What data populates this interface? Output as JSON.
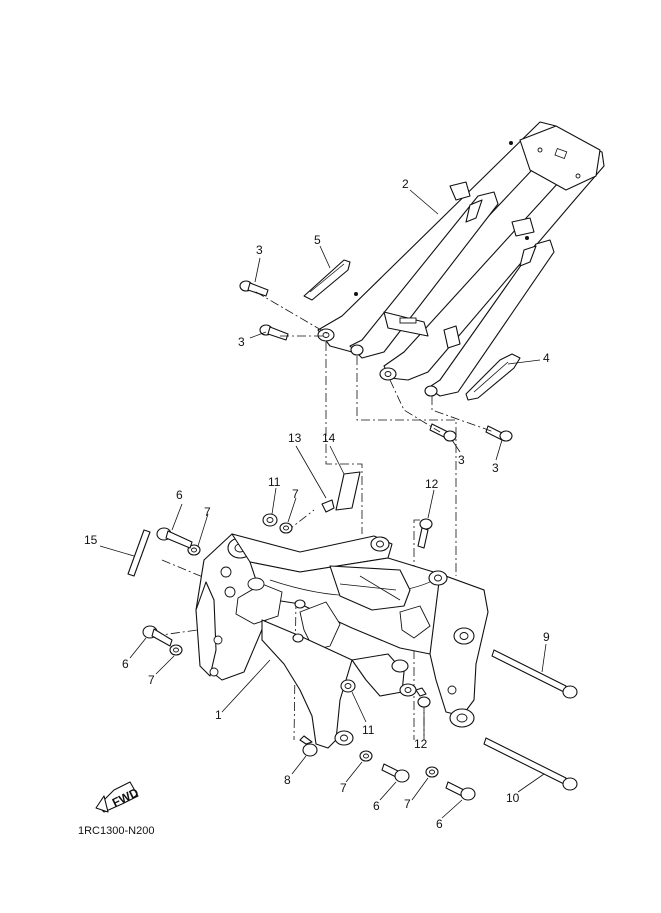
{
  "diagram_code": "1RC1300-N200",
  "fwd_label": "FWD",
  "callouts": {
    "c1": "1",
    "c2": "2",
    "c3a": "3",
    "c3b": "3",
    "c3c": "3",
    "c3d": "3",
    "c4": "4",
    "c5": "5",
    "c6a": "6",
    "c6b": "6",
    "c6c": "6",
    "c6d": "6",
    "c7a": "7",
    "c7b": "7",
    "c7c": "7",
    "c7d": "7",
    "c7e": "7",
    "c8": "8",
    "c9": "9",
    "c10": "10",
    "c11a": "11",
    "c11b": "11",
    "c12a": "12",
    "c12b": "12",
    "c13": "13",
    "c14": "14",
    "c15": "15"
  }
}
